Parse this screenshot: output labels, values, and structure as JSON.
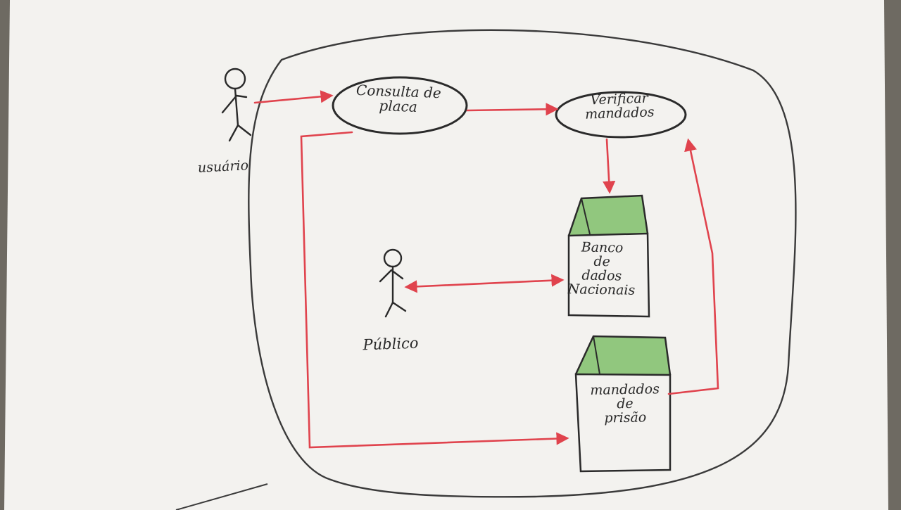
{
  "diagram": {
    "nodes": {
      "consulta_placa": {
        "label": "Consulta de\nplaca"
      },
      "verificar_mandados": {
        "label": "Verificar\nmandados"
      },
      "usuario": {
        "label": "usuário"
      },
      "publico": {
        "label": "Público"
      },
      "banco_dados": {
        "label": "Banco\nde\ndados\nNacionais"
      },
      "mandados_prisao": {
        "label": "mandados\nde\nprisão"
      }
    },
    "edges": [
      {
        "from": "usuario",
        "to": "consulta_placa"
      },
      {
        "from": "consulta_placa",
        "to": "verificar_mandados"
      },
      {
        "from": "verificar_mandados",
        "to": "banco_dados"
      },
      {
        "from": "banco_dados",
        "to": "publico",
        "bidirectional": true
      },
      {
        "from": "consulta_placa",
        "to": "mandados_prisao"
      },
      {
        "from": "mandados_prisao",
        "to": "verificar_mandados"
      }
    ]
  },
  "colors": {
    "paper": "#f3f2ef",
    "pencil": "#3a3a3a",
    "arrow": "#e0434d",
    "roof_green": "#7fbf6a"
  }
}
